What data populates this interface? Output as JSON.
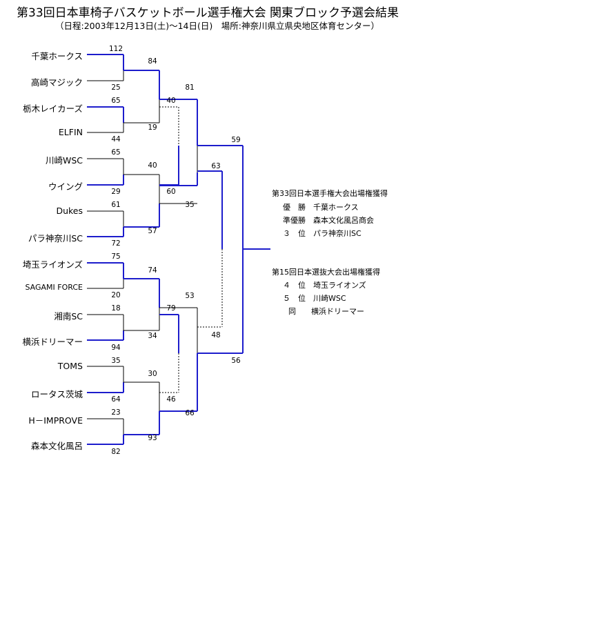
{
  "title": "第33回日本車椅子バスケットボール選手権大会 関東ブロック予選会結果",
  "subtitle": "（日程:2003年12月13日(土)～14日(日)　場所:神奈川県立県央地区体育センター）",
  "teams": [
    "千葉ホークス",
    "高崎マジック",
    "栃木レイカーズ",
    "ELFIN",
    "川崎WSC",
    "ウイング",
    "Dukes",
    "パラ神奈川SC",
    "埼玉ライオンズ",
    "SAGAMI FORCE",
    "湘南SC",
    "横浜ドリーマー",
    "TOMS",
    "ロータス茨城",
    "H－IMPROVE",
    "森本文化風呂"
  ],
  "scores": {
    "r1": [
      "112",
      "25",
      "65",
      "44",
      "65",
      "29",
      "61",
      "72",
      "75",
      "20",
      "18",
      "94",
      "35",
      "64",
      "23",
      "82"
    ],
    "r2": [
      "84",
      "19",
      "40",
      "57",
      "74",
      "34",
      "30",
      "93"
    ],
    "r2b": [
      "40",
      "60",
      "79",
      "46"
    ],
    "r3": [
      "81",
      "35",
      "53",
      "66"
    ],
    "r4": [
      "63",
      "48"
    ],
    "final": [
      "59",
      "56"
    ]
  },
  "results": {
    "heading1": "第33回日本選手権大会出場権獲得",
    "line1": "優　勝　千葉ホークス",
    "line2": "準優勝　森本文化風呂商会",
    "line3": "３　位　パラ神奈川SC",
    "heading2": "第15回日本選抜大会出場権獲得",
    "line4": "４　位　埼玉ライオンズ",
    "line5": "５　位　川崎WSC",
    "line6": "同　　横浜ドリーマー"
  },
  "colors": {
    "winner_line": "#1c1ccc",
    "loser_line": "#000000"
  }
}
